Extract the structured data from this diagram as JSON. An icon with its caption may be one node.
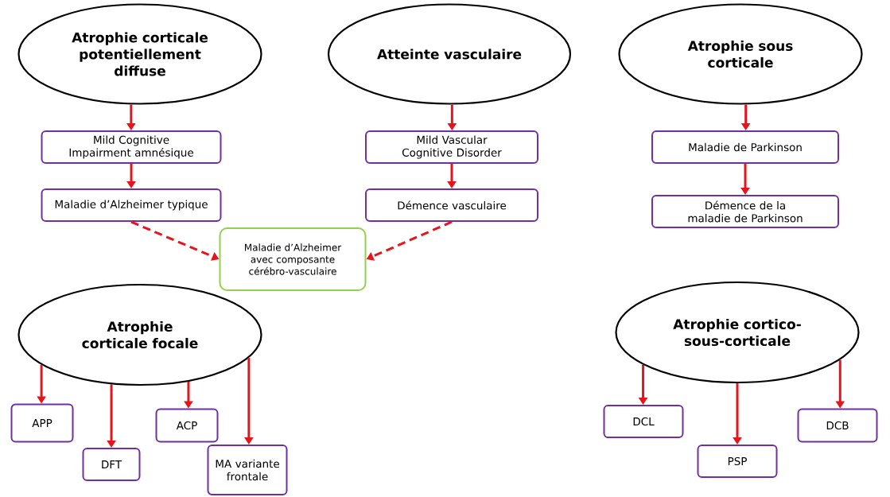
{
  "diagram": {
    "nodes": [
      {
        "text": [
          "Atrophie corticale potentiellement diffuse"
        ]
      },
      {
        "text": [
          "Mild Cognitive Impairment amnésique"
        ]
      },
      {
        "text": [
          "Maladie d’Alzheimer typique"
        ]
      },
      {
        "text": [
          "Atteinte vasculaire"
        ]
      },
      {
        "text": [
          "Mild Vascular Cognitive Disorder"
        ]
      },
      {
        "text": [
          "Démence vasculaire"
        ]
      },
      {
        "text": [
          "Atrophie sous corticale"
        ]
      },
      {
        "text": [
          "Maladie de Parkinson"
        ]
      },
      {
        "text": [
          "Démence de la maladie de Parkinson"
        ]
      },
      {
        "text": [
          "Maladie d’Alzheimer avec composante cérébro-vasculaire"
        ]
      },
      {
        "text": [
          "Atrophie corticale focale"
        ]
      },
      {
        "text": [
          "APP"
        ]
      },
      {
        "text": [
          "DFT"
        ]
      },
      {
        "text": [
          "ACP"
        ]
      },
      {
        "text": [
          "MA variante frontale"
        ]
      },
      {
        "text": [
          "Atrophie cortico-sous-corticale"
        ]
      },
      {
        "text": [
          "DCL"
        ]
      },
      {
        "text": [
          "PSP"
        ]
      },
      {
        "text": [
          "DCB"
        ]
      }
    ],
    "edges": [
      {
        "from": 0,
        "to": 1,
        "arrow": "to"
      },
      {
        "from": 1,
        "to": 2,
        "arrow": "to"
      },
      {
        "from": 3,
        "to": 4,
        "arrow": "to"
      },
      {
        "from": 4,
        "to": 5,
        "arrow": "to"
      },
      {
        "from": 6,
        "to": 7,
        "arrow": "to"
      },
      {
        "from": 7,
        "to": 8,
        "arrow": "to"
      },
      {
        "from": 2,
        "to": 9,
        "arrow": "to",
        "style": "dashed"
      },
      {
        "from": 5,
        "to": 9,
        "arrow": "to",
        "style": "dashed"
      },
      {
        "from": 10,
        "to": 11,
        "arrow": "to"
      },
      {
        "from": 10,
        "to": 12,
        "arrow": "to"
      },
      {
        "from": 10,
        "to": 13,
        "arrow": "to"
      },
      {
        "from": 10,
        "to": 14,
        "arrow": "to"
      },
      {
        "from": 15,
        "to": 16,
        "arrow": "to"
      },
      {
        "from": 15,
        "to": 17,
        "arrow": "to"
      },
      {
        "from": 15,
        "to": 18,
        "arrow": "to"
      }
    ]
  }
}
